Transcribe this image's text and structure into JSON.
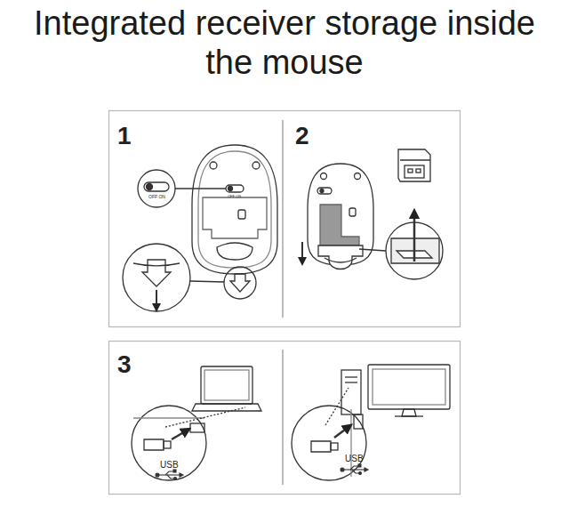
{
  "diagram": {
    "title": "Integrated receiver storage inside the mouse",
    "labels": [
      "1",
      "OFF ON",
      "OFF ON",
      "2",
      "3",
      "USB",
      "USB"
    ]
  }
}
